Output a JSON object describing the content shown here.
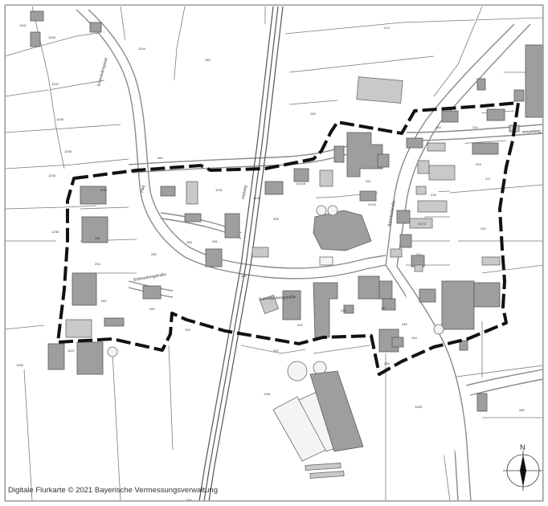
{
  "copyright": "Digitale Flurkarte © 2021 Bayerische Vermessungsverwaltung",
  "north_label": "N",
  "streets": {
    "schmiedergasse": "Schmiedergasse",
    "schlossbergstrasse": "Schlossbergstraße",
    "schmittenbergstrasse": "Schmittenbergstraße",
    "bahnhofstrasse": "Bahnhofstraße",
    "amselweg": "Amselweg",
    "hag": "Hag",
    "hofweg": "Hofweg"
  },
  "parcels": {
    "p1": "1241",
    "p2": "1249",
    "p3": "160",
    "p4": "1244",
    "p5": "213",
    "p6": "1242",
    "p7": "1245",
    "p8": "1248",
    "p9": "1246",
    "p10": "230",
    "p11": "220",
    "p12": "214",
    "p13": "215",
    "p14": "264",
    "p15": "1236",
    "p16": "1231",
    "p17": "1232",
    "p18": "1238",
    "p19": "1241/5",
    "p20": "221",
    "p21": "208",
    "p22": "214/2",
    "p23": "216",
    "p24": "217",
    "p25": "217/3",
    "p26": "255",
    "p27": "256",
    "p28": "259",
    "p29": "210",
    "p30": "211",
    "p31": "233",
    "p32": "261",
    "p33": "260",
    "p34": "262",
    "p35": "263",
    "p36": "243",
    "p37": "244",
    "p38": "247",
    "p39": "246",
    "p40": "240",
    "p41": "235",
    "p42": "234",
    "p43": "242",
    "p44": "1247",
    "p45": "1250",
    "p46": "1251",
    "p47": "1253",
    "p48": "265",
    "p49": "266"
  },
  "colors": {
    "building": "#9e9e9e",
    "boundary": "#111111",
    "parcel_line": "#7a7a7a"
  }
}
